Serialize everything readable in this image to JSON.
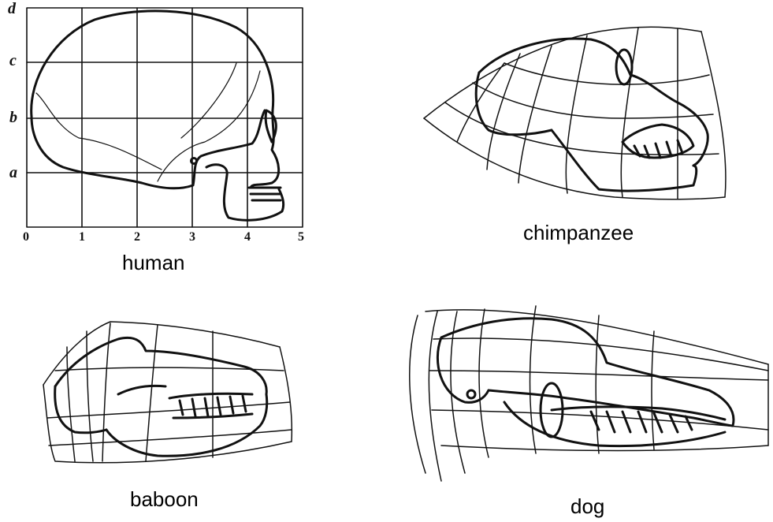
{
  "figure": {
    "panels": [
      {
        "id": "human",
        "caption": "human"
      },
      {
        "id": "chimpanzee",
        "caption": "chimpanzee"
      },
      {
        "id": "baboon",
        "caption": "baboon"
      },
      {
        "id": "dog",
        "caption": "dog"
      }
    ],
    "human_grid": {
      "row_labels": [
        "d",
        "c",
        "b",
        "a"
      ],
      "column_labels": [
        "0",
        "1",
        "2",
        "3",
        "4",
        "5"
      ]
    },
    "colors": {
      "ink": "#111111",
      "background": "#ffffff"
    }
  }
}
